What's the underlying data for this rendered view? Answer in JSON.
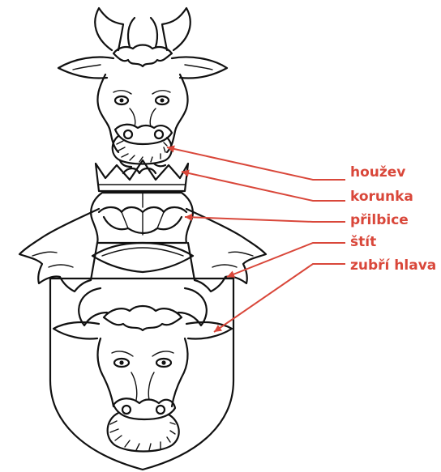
{
  "accent_color": "#d9473a",
  "labels": [
    {
      "id": "houzev",
      "text": "houžev"
    },
    {
      "id": "korunka",
      "text": "korunka"
    },
    {
      "id": "prilbice",
      "text": "přilbice"
    },
    {
      "id": "stit",
      "text": "štít"
    },
    {
      "id": "zubri_hlava",
      "text": "zubří hlava"
    }
  ]
}
